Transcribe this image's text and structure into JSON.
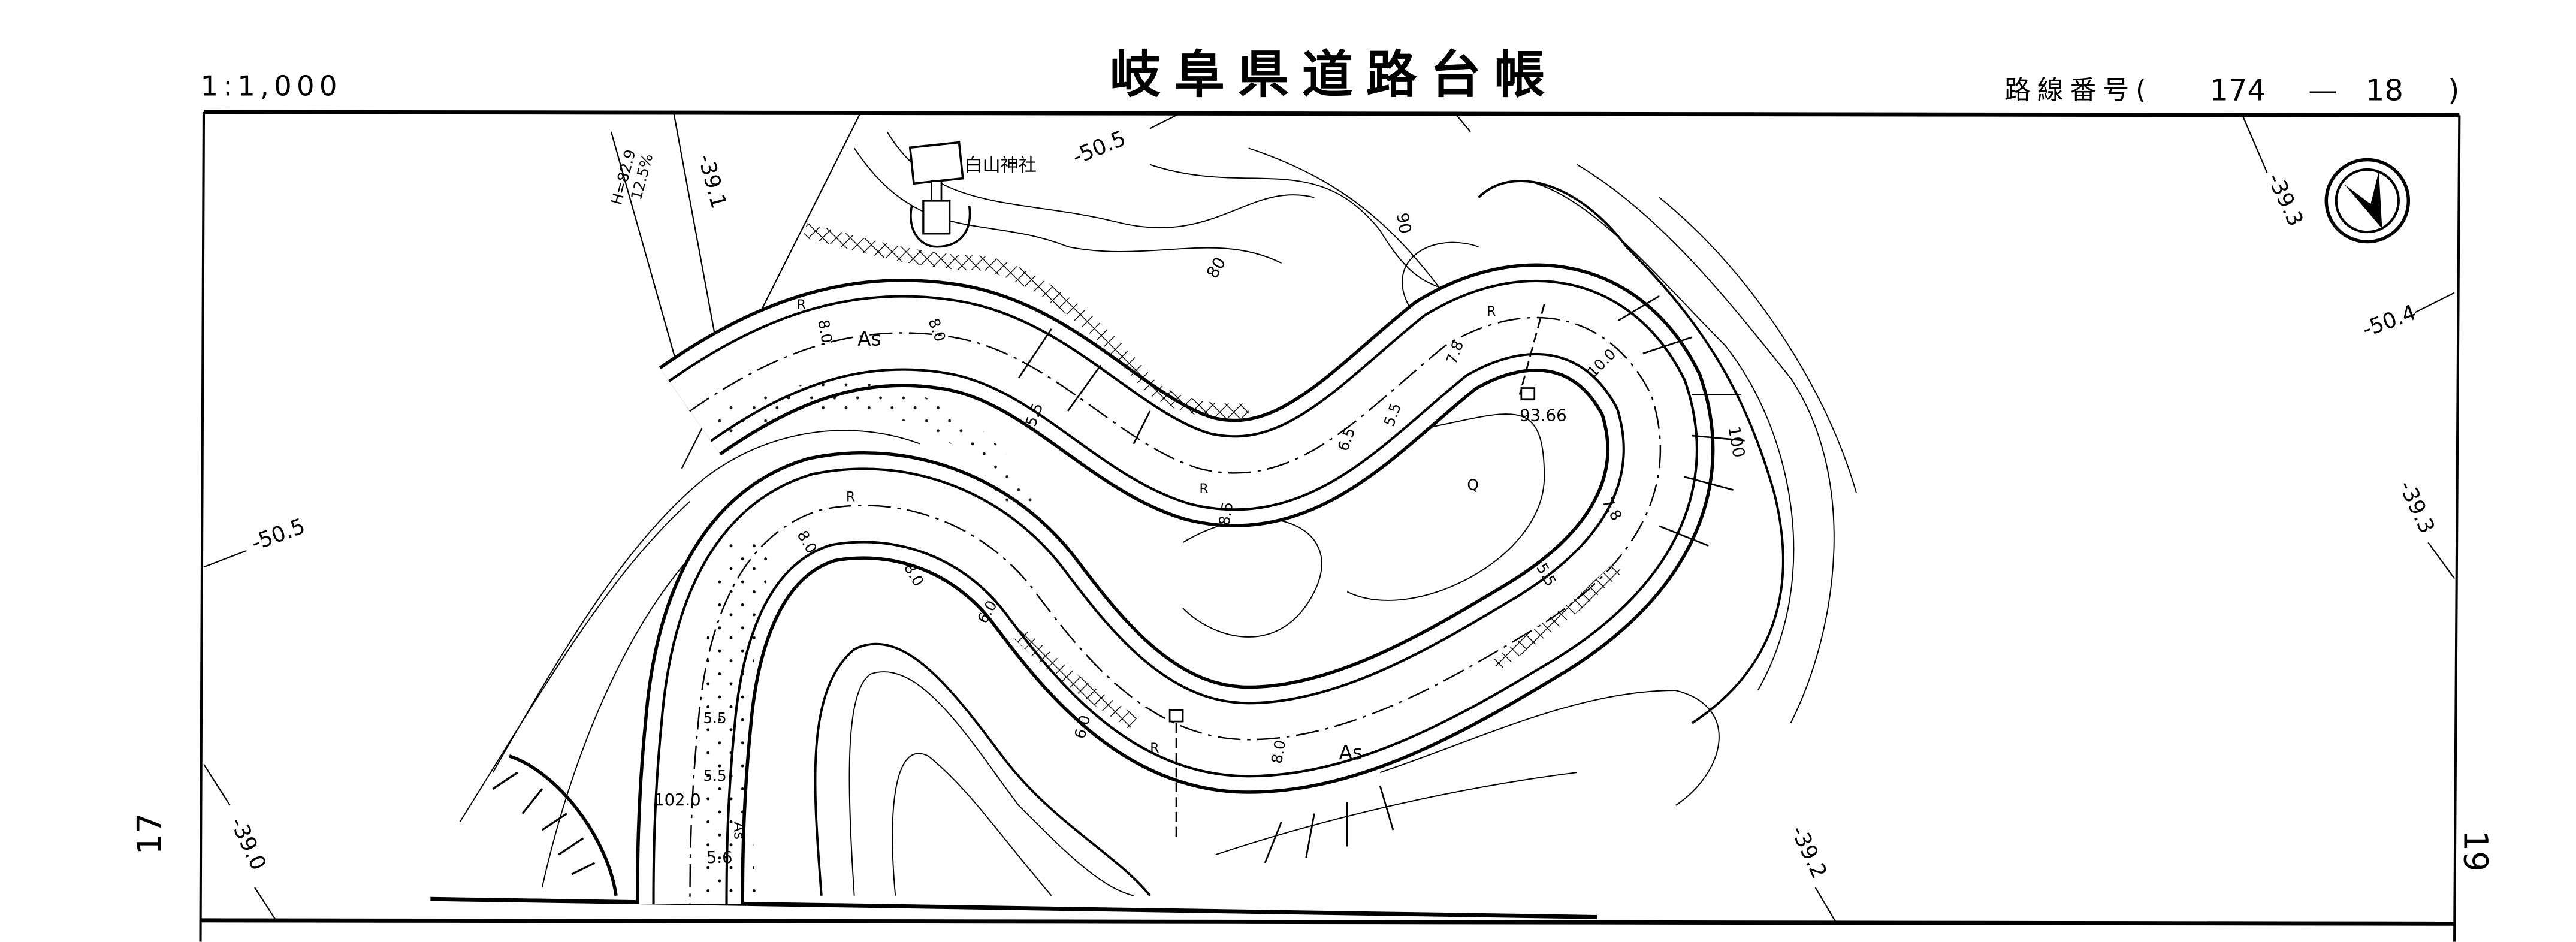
{
  "header": {
    "scale": "1:1,000",
    "title": "岐阜県道路台帳",
    "route_label": "路線番号(",
    "route_number": "174",
    "route_dash": "—",
    "route_section": "18",
    "route_close": ")"
  },
  "sheet_links": {
    "left": "17",
    "right": "19"
  },
  "grid_labels": [
    "-50.5",
    "-39.1",
    "-50.5",
    "-39.3",
    "-50.4",
    "-39.3",
    "-39.0",
    "-39.2"
  ],
  "benchmark": {
    "height": "H=82.9",
    "grade": "12.5%"
  },
  "landmarks": {
    "shrine": "白山神社"
  },
  "road_labels": {
    "surface_1": "As",
    "surface_2": "As",
    "surface_3": "As",
    "elev_1": "93.66",
    "elev_2": "102.0",
    "contour_80": "80",
    "contour_90": "90",
    "contour_100": "100",
    "width_10": "10.0",
    "width_78a": "7.8",
    "width_78b": "7.8",
    "width_55a": "5.5",
    "width_55b": "5.5",
    "width_55c": "5.5",
    "width_55d": "5.5",
    "width_55e": "5.5",
    "width_56": "5.6",
    "width_80a": "8.0",
    "width_80b": "8.0",
    "width_80c": "8.0",
    "width_80d": "8.0",
    "width_80e": "8.0",
    "width_60a": "6.0",
    "width_60b": "6.0",
    "width_85": "8.5",
    "width_65": "6.5",
    "r1": "R",
    "r2": "R",
    "r3": "R",
    "r4": "R",
    "r5": "R",
    "q": "Q"
  }
}
